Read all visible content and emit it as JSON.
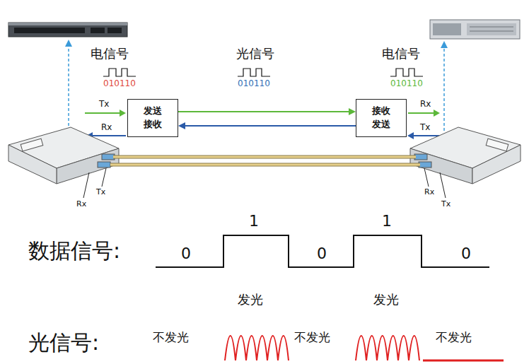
{
  "diagram": {
    "nodes": [
      {
        "text": [
          "发送",
          "接收"
        ]
      },
      {
        "text": [
          "接收",
          "发送"
        ]
      }
    ],
    "edges": [
      {
        "from": 0,
        "to": 1,
        "arrow": "to"
      },
      {
        "from": 1,
        "to": 0,
        "arrow": "to"
      }
    ],
    "labels": [
      "电信号",
      "010110",
      "Tx",
      "Rx",
      "光信号",
      "010110",
      "电信号",
      "010110",
      "Rx",
      "Tx",
      "Tx",
      "Rx",
      "Rx",
      "Tx",
      "数据信号:",
      "0",
      "1",
      "0",
      "1",
      "0",
      "光信号:",
      "发光",
      "发光",
      "不发光",
      "不发光",
      "不发光"
    ]
  }
}
